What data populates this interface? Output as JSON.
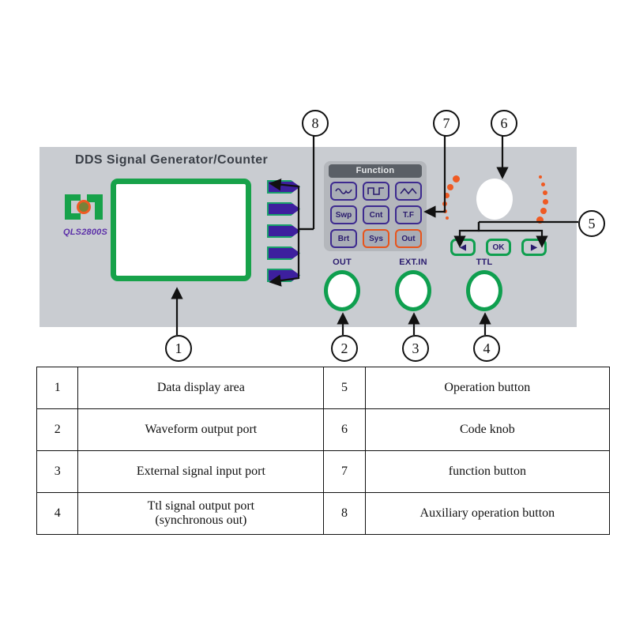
{
  "device": {
    "title": "DDS  Signal Generator/Counter",
    "model": "QLS2800S",
    "logo_icon": "qls-logo-icon",
    "display": {
      "name": "data-display-area",
      "content": ""
    },
    "softkeys": [
      {
        "name": "softkey-1",
        "label": ""
      },
      {
        "name": "softkey-2",
        "label": ""
      },
      {
        "name": "softkey-3",
        "label": ""
      },
      {
        "name": "softkey-4",
        "label": ""
      },
      {
        "name": "softkey-5",
        "label": ""
      }
    ],
    "function_panel": {
      "header": "Function",
      "rows": [
        [
          {
            "label": "",
            "icon": "sine-wave-icon",
            "accent": "purple"
          },
          {
            "label": "",
            "icon": "square-wave-icon",
            "accent": "purple"
          },
          {
            "label": "",
            "icon": "triangle-wave-icon",
            "accent": "purple"
          }
        ],
        [
          {
            "label": "Swp",
            "icon": "sweep-icon",
            "accent": "purple"
          },
          {
            "label": "Cnt",
            "icon": "count-icon",
            "accent": "purple"
          },
          {
            "label": "T.F",
            "icon": "time-frequency-icon",
            "accent": "purple"
          }
        ],
        [
          {
            "label": "Brt",
            "icon": "brightness-icon",
            "accent": "purple"
          },
          {
            "label": "Sys",
            "icon": "system-icon",
            "accent": "orange"
          },
          {
            "label": "Out",
            "icon": "output-icon",
            "accent": "orange"
          }
        ]
      ]
    },
    "knob": {
      "name": "code-knob",
      "label": ""
    },
    "operation_buttons": [
      {
        "label": "◀",
        "name": "left-arrow-button"
      },
      {
        "label": "OK",
        "name": "ok-button"
      },
      {
        "label": "▶",
        "name": "right-arrow-button"
      }
    ],
    "ports": [
      {
        "label": "OUT",
        "name": "output-port"
      },
      {
        "label": "EXT.IN",
        "name": "external-input-port"
      },
      {
        "label": "TTL",
        "name": "ttl-port"
      }
    ]
  },
  "callouts": [
    {
      "number": "1"
    },
    {
      "number": "2"
    },
    {
      "number": "3"
    },
    {
      "number": "4"
    },
    {
      "number": "5"
    },
    {
      "number": "6"
    },
    {
      "number": "7"
    },
    {
      "number": "8"
    }
  ],
  "legend": {
    "rows": [
      {
        "left_num": "1",
        "left_desc": "Data display area",
        "right_num": "5",
        "right_desc": "Operation button"
      },
      {
        "left_num": "2",
        "left_desc": "Waveform output port",
        "right_num": "6",
        "right_desc": "Code knob"
      },
      {
        "left_num": "3",
        "left_desc": "External signal input port",
        "right_num": "7",
        "right_desc": "function button"
      },
      {
        "left_num": "4",
        "left_desc": "Ttl signal output port",
        "left_desc2": "(synchronous out)",
        "right_num": "8",
        "right_desc": "Auxiliary operation button"
      }
    ]
  },
  "colors": {
    "panel_bg": "#c9ccd1",
    "green": "#0f9f4f",
    "purple": "#3d1f9e",
    "orange": "#ef5a23",
    "fn_bg": "#b4b7bc",
    "fn_header": "#5a5f66"
  }
}
